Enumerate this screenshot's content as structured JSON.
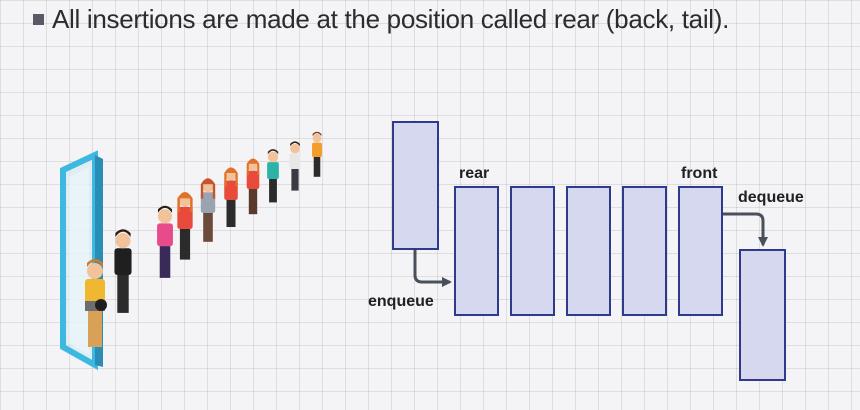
{
  "slide": {
    "bullet_text": "All insertions are made at the position called rear (back, tail)."
  },
  "diagram": {
    "label_rear": "rear",
    "label_front": "front",
    "label_enqueue": "enqueue",
    "label_dequeue": "dequeue",
    "queue_cell_count": 5,
    "colors": {
      "cell_fill": "#d6d8ef",
      "cell_stroke": "#2e3a8c",
      "arrow": "#4a4f5c",
      "door_frame": "#3db8e0"
    }
  },
  "illustration": {
    "icon": "people-queue-illustration"
  }
}
